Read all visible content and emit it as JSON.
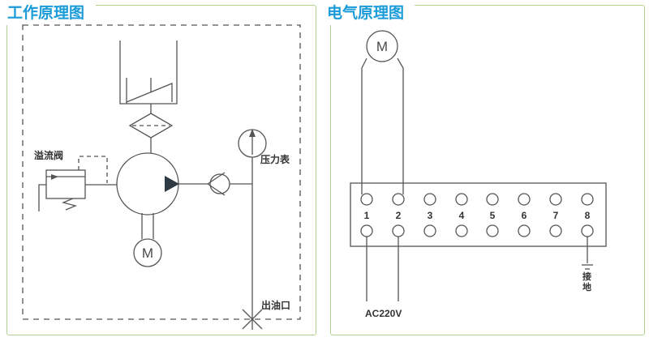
{
  "colors": {
    "title_blue": "#1b9bd8",
    "panel_border_green": "#b0d18e",
    "diagram_line": "#555555",
    "label_text": "#333333",
    "pump_arrow_fill": "#2e3b45"
  },
  "panels": {
    "hydraulic": {
      "title": "工作原理图",
      "labels": {
        "relief_valve": "溢流阀",
        "pressure_gauge": "压力表",
        "oil_outlet": "出油口",
        "motor": "M"
      }
    },
    "electrical": {
      "title": "电气原理图",
      "motor": "M",
      "terminals": [
        "1",
        "2",
        "3",
        "4",
        "5",
        "6",
        "7",
        "8"
      ],
      "power": "AC220V",
      "ground": "接地"
    }
  }
}
